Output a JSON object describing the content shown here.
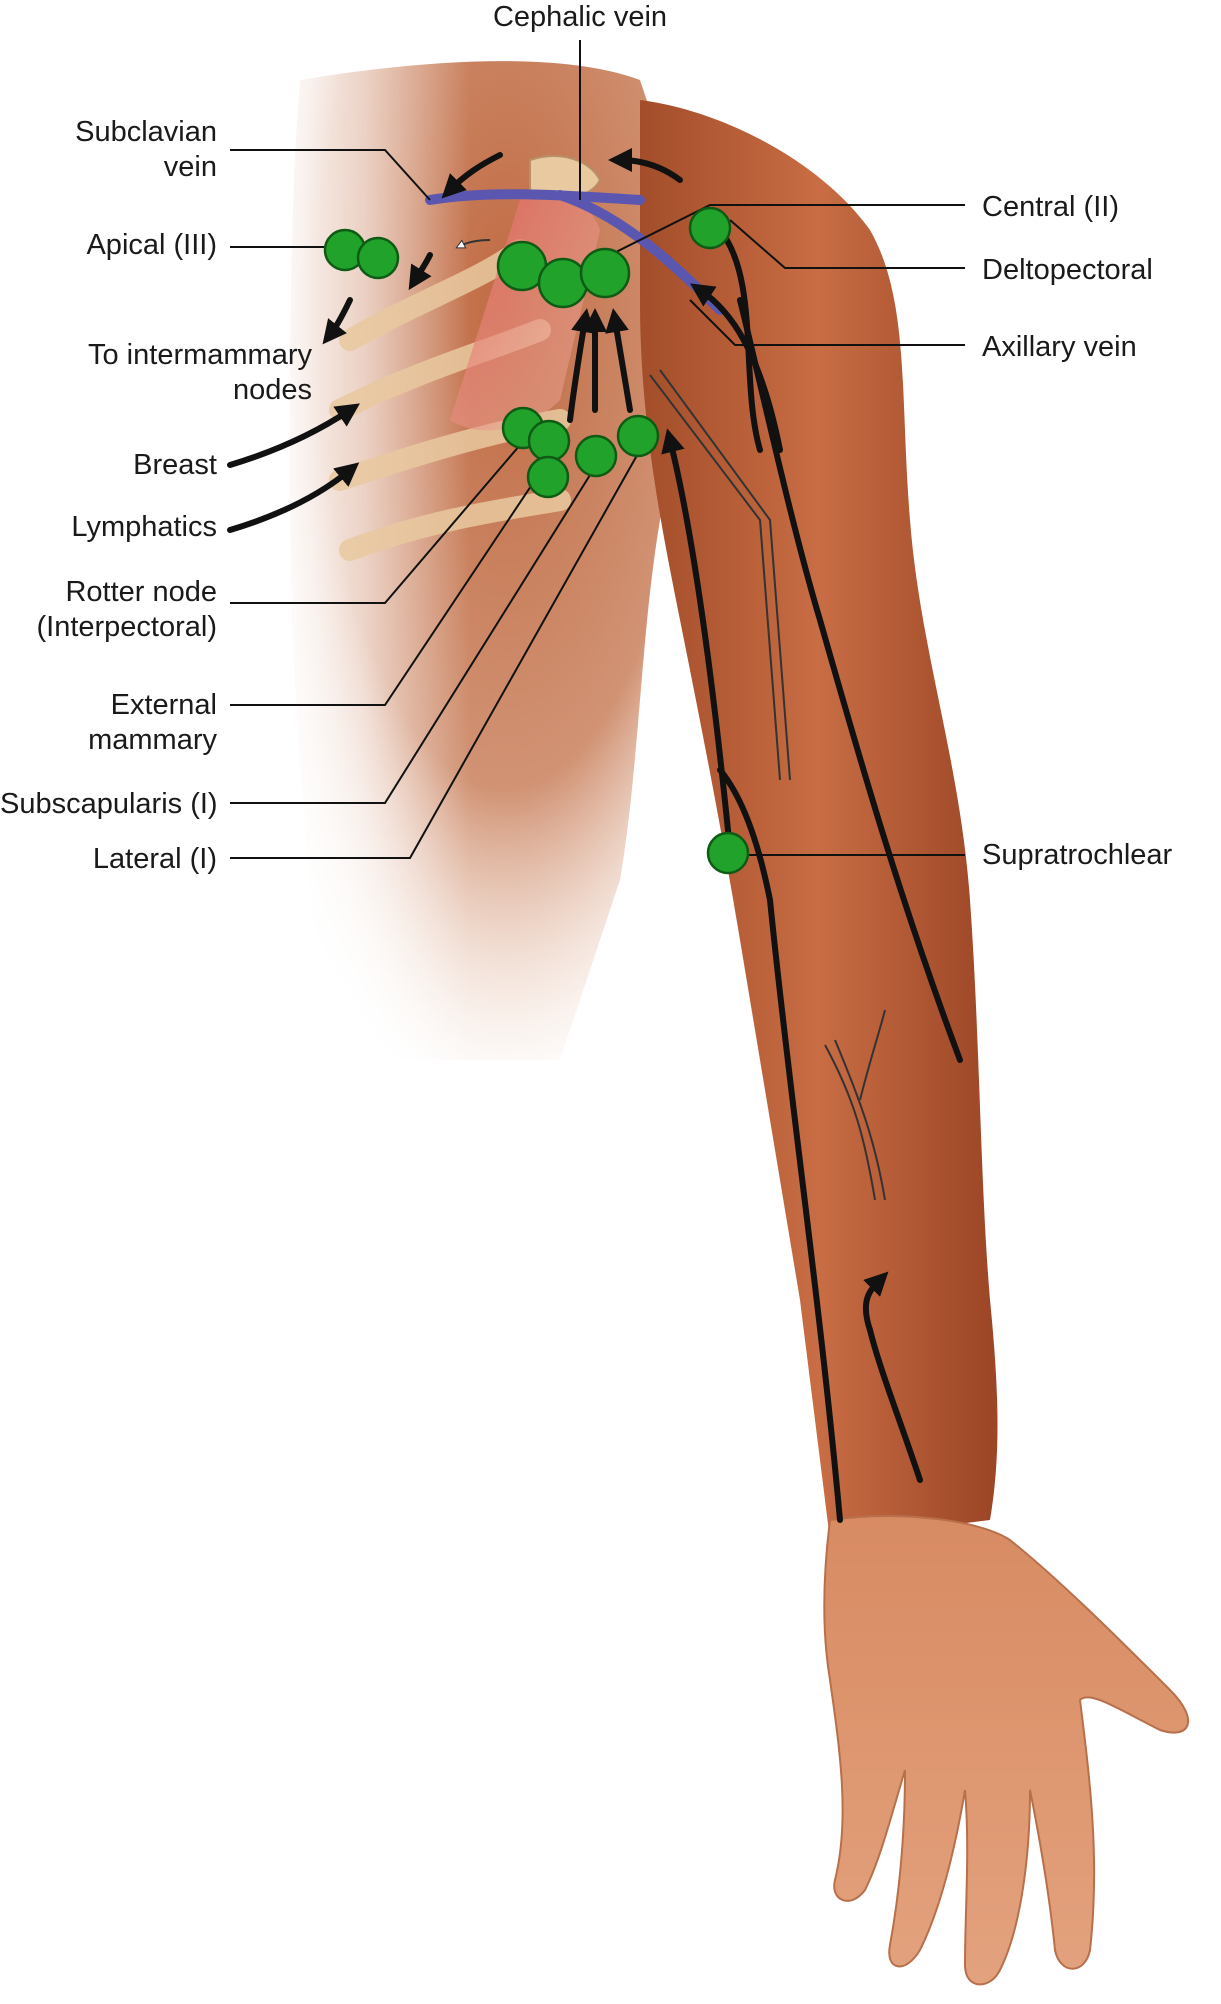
{
  "labels": {
    "cephalic_vein": "Cephalic vein",
    "subclavian_vein": "Subclavian\nvein",
    "apical": "Apical (III)",
    "to_intermammary": "To intermammary\nnodes",
    "breast": "Breast",
    "lymphatics": "Lymphatics",
    "rotter_node": "Rotter node\n(Interpectoral)",
    "external_mammary": "External\nmammary",
    "subscapularis": "Subscapularis (I)",
    "lateral": "Lateral (I)",
    "central": "Central (II)",
    "deltopectoral": "Deltopectoral",
    "axillary_vein": "Axillary vein",
    "supratrochlear": "Supratrochlear"
  },
  "colors": {
    "skin": "#b85c35",
    "skin_dark": "#8f3f22",
    "node": "#21a32b",
    "vein": "#5b57b0",
    "muscle": "#d9534a",
    "rib": "#e9c9a0",
    "line": "#111111"
  }
}
